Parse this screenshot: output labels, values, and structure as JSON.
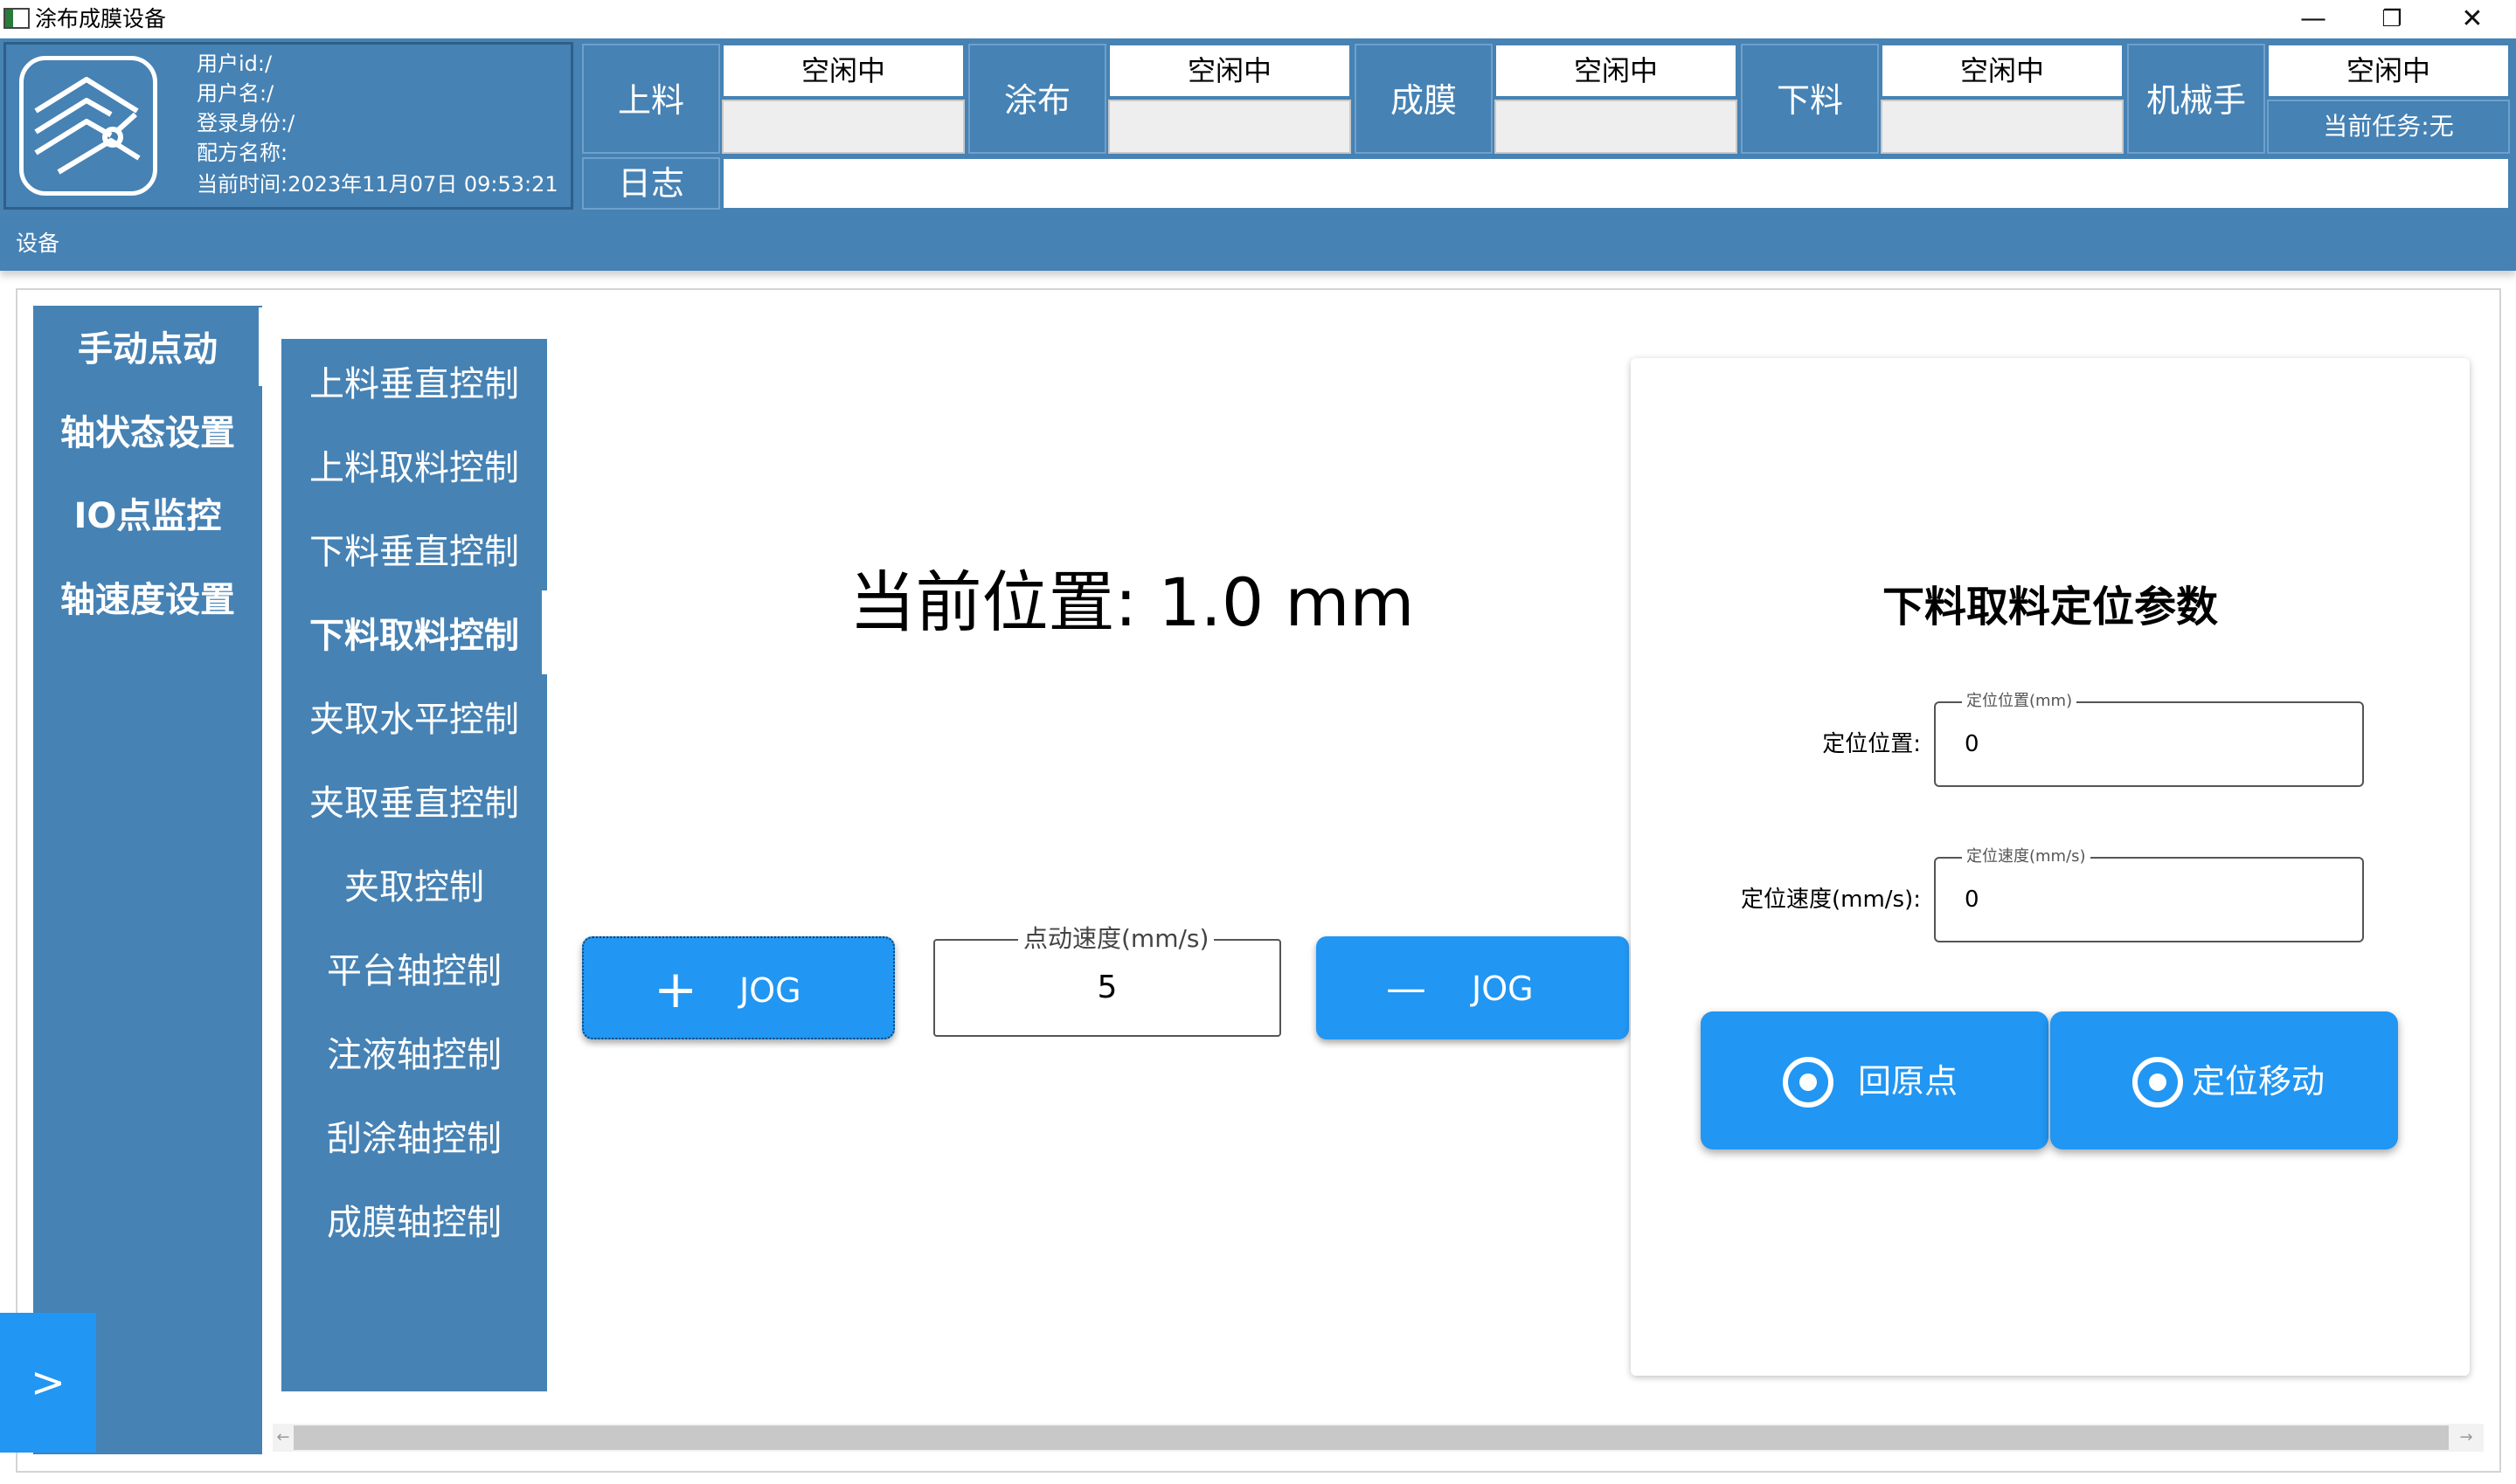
{
  "window": {
    "title": "涂布成膜设备",
    "minimize_symbol": "—",
    "restore_symbol": "❐",
    "close_symbol": "✕"
  },
  "user_info": {
    "user_id": "用户id:/",
    "user_name": "用户名:/",
    "login_role": "登录身份:/",
    "recipe_name": "配方名称:",
    "current_time": "当前时间:2023年11月07日 09:53:21"
  },
  "stations": [
    {
      "label": "上料",
      "status": "空闲中",
      "sub": ""
    },
    {
      "label": "涂布",
      "status": "空闲中",
      "sub": ""
    },
    {
      "label": "成膜",
      "status": "空闲中",
      "sub": ""
    },
    {
      "label": "下料",
      "status": "空闲中",
      "sub": ""
    },
    {
      "label": "机械手",
      "status": "空闲中",
      "sub": "当前任务:无"
    }
  ],
  "log": {
    "label": "日志",
    "content": ""
  },
  "subbar": {
    "label": "设备"
  },
  "nav_primary": [
    {
      "label": "手动点动",
      "selected": true
    },
    {
      "label": "轴状态设置",
      "selected": false
    },
    {
      "label": "IO点监控",
      "selected": false
    },
    {
      "label": "轴速度设置",
      "selected": false
    }
  ],
  "nav_secondary": [
    {
      "label": "上料垂直控制",
      "selected": false
    },
    {
      "label": "上料取料控制",
      "selected": false
    },
    {
      "label": "下料垂直控制",
      "selected": false
    },
    {
      "label": "下料取料控制",
      "selected": true
    },
    {
      "label": "夹取水平控制",
      "selected": false
    },
    {
      "label": "夹取垂直控制",
      "selected": false
    },
    {
      "label": "夹取控制",
      "selected": false
    },
    {
      "label": "平台轴控制",
      "selected": false
    },
    {
      "label": "注液轴控制",
      "selected": false
    },
    {
      "label": "刮涂轴控制",
      "selected": false
    },
    {
      "label": "成膜轴控制",
      "selected": false
    }
  ],
  "jog": {
    "current_position": "当前位置: 1.0 mm",
    "plus_symbol": "+",
    "minus_symbol": "—",
    "jog_label": "JOG",
    "speed_label": "点动速度(mm/s)",
    "speed_value": "5"
  },
  "positioning": {
    "title": "下料取料定位参数",
    "position_label": "定位位置:",
    "position_legend": "定位位置(mm)",
    "position_value": "0",
    "speed_label": "定位速度(mm/s):",
    "speed_legend": "定位速度(mm/s)",
    "speed_value": "0",
    "home_button": "回原点",
    "move_button": "定位移动"
  },
  "expand_button": ">",
  "scroll": {
    "left_arrow": "←",
    "right_arrow": "→"
  },
  "colors": {
    "header": "#4682b4",
    "accent": "#2196f3"
  }
}
